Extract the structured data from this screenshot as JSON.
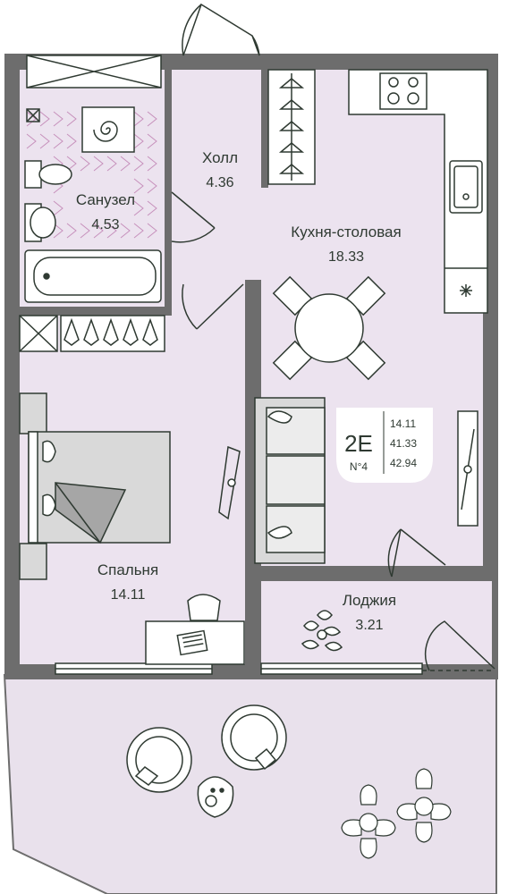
{
  "colors": {
    "floor": "#ece3ef",
    "wall": "#6d6d6d",
    "line": "#2f3a32",
    "furniture": "#d9d9d9",
    "terrace": "#e9e1ec",
    "bg": "#ffffff"
  },
  "rooms": [
    {
      "key": "bathroom",
      "name": "Санузел",
      "area": "4.53"
    },
    {
      "key": "hall",
      "name": "Холл",
      "area": "4.36"
    },
    {
      "key": "kitchen",
      "name": "Кухня-столовая",
      "area": "18.33"
    },
    {
      "key": "bedroom",
      "name": "Спальня",
      "area": "14.11"
    },
    {
      "key": "loggia",
      "name": "Лоджия",
      "area": "3.21"
    }
  ],
  "badge": {
    "type": "2Е",
    "number": "N°4",
    "living_area": "14.11",
    "total_area": "41.33",
    "total_with_loggia": "42.94"
  },
  "icons": [
    "hanger-icon",
    "stove-icon",
    "sink-icon",
    "toilet-icon",
    "bathtub-icon",
    "plant-icon",
    "laptop-icon",
    "chair-icon",
    "table-icon",
    "bed-icon",
    "sofa-icon",
    "door-icon",
    "window-icon"
  ]
}
